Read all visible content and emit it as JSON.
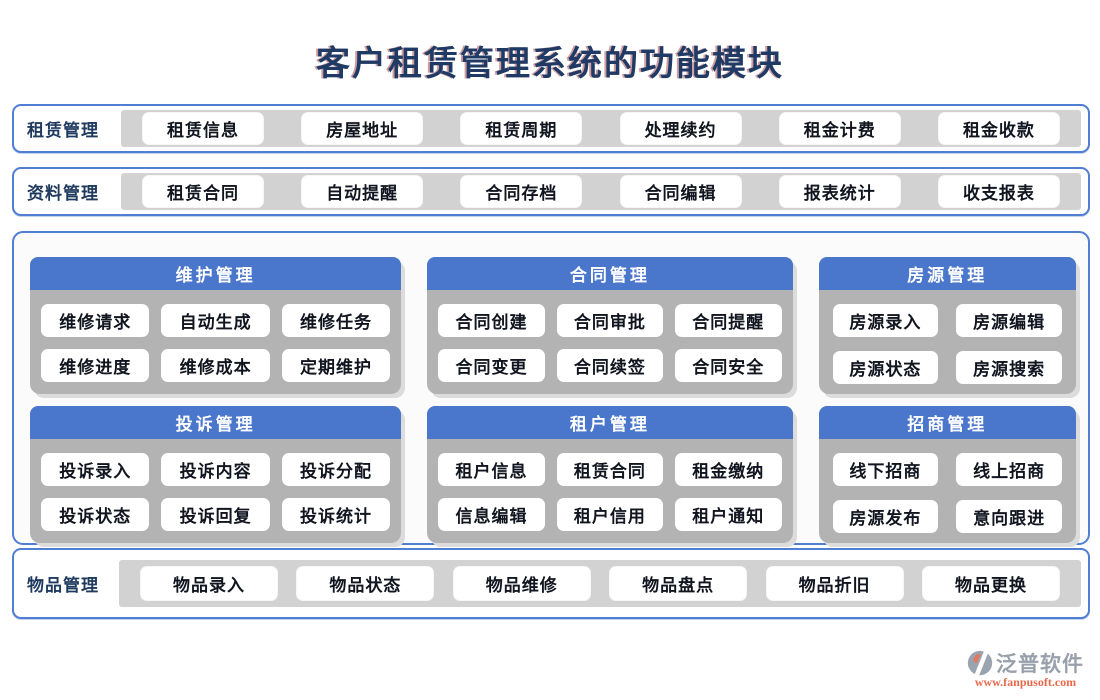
{
  "title": "客户租赁管理系统的功能模块",
  "bands": [
    {
      "label": "租赁管理",
      "buttons": [
        "租赁信息",
        "房屋地址",
        "租赁周期",
        "处理续约",
        "租金计费",
        "租金收款"
      ]
    },
    {
      "label": "资料管理",
      "buttons": [
        "租赁合同",
        "自动提醒",
        "合同存档",
        "合同编辑",
        "报表统计",
        "收支报表"
      ]
    },
    {
      "label": "物品管理",
      "buttons": [
        "物品录入",
        "物品状态",
        "物品维修",
        "物品盘点",
        "物品折旧",
        "物品更换"
      ]
    }
  ],
  "panels": [
    {
      "title": "维护管理",
      "buttons": [
        "维修请求",
        "自动生成",
        "维修任务",
        "维修进度",
        "维修成本",
        "定期维护"
      ]
    },
    {
      "title": "合同管理",
      "buttons": [
        "合同创建",
        "合同审批",
        "合同提醒",
        "合同变更",
        "合同续签",
        "合同安全"
      ]
    },
    {
      "title": "房源管理",
      "buttons": [
        "房源录入",
        "房源编辑",
        "房源状态",
        "房源搜索"
      ]
    },
    {
      "title": "投诉管理",
      "buttons": [
        "投诉录入",
        "投诉内容",
        "投诉分配",
        "投诉状态",
        "投诉回复",
        "投诉统计"
      ]
    },
    {
      "title": "租户管理",
      "buttons": [
        "租户信息",
        "租赁合同",
        "租金缴纳",
        "信息编辑",
        "租户信用",
        "租户通知"
      ]
    },
    {
      "title": "招商管理",
      "buttons": [
        "线下招商",
        "线上招商",
        "房源发布",
        "意向跟进"
      ]
    }
  ],
  "footer": {
    "brand": "泛普软件",
    "url": "www.fanpusoft.com"
  },
  "colors": {
    "header_blue": "#4a76cb",
    "border_blue": "#4f7ed2",
    "panel_gray": "#b3b3b3",
    "strip_gray": "#d2d2d2",
    "title_navy": "#203a66",
    "brand_gray": "#98a0ac",
    "brand_orange": "#e8694a"
  }
}
